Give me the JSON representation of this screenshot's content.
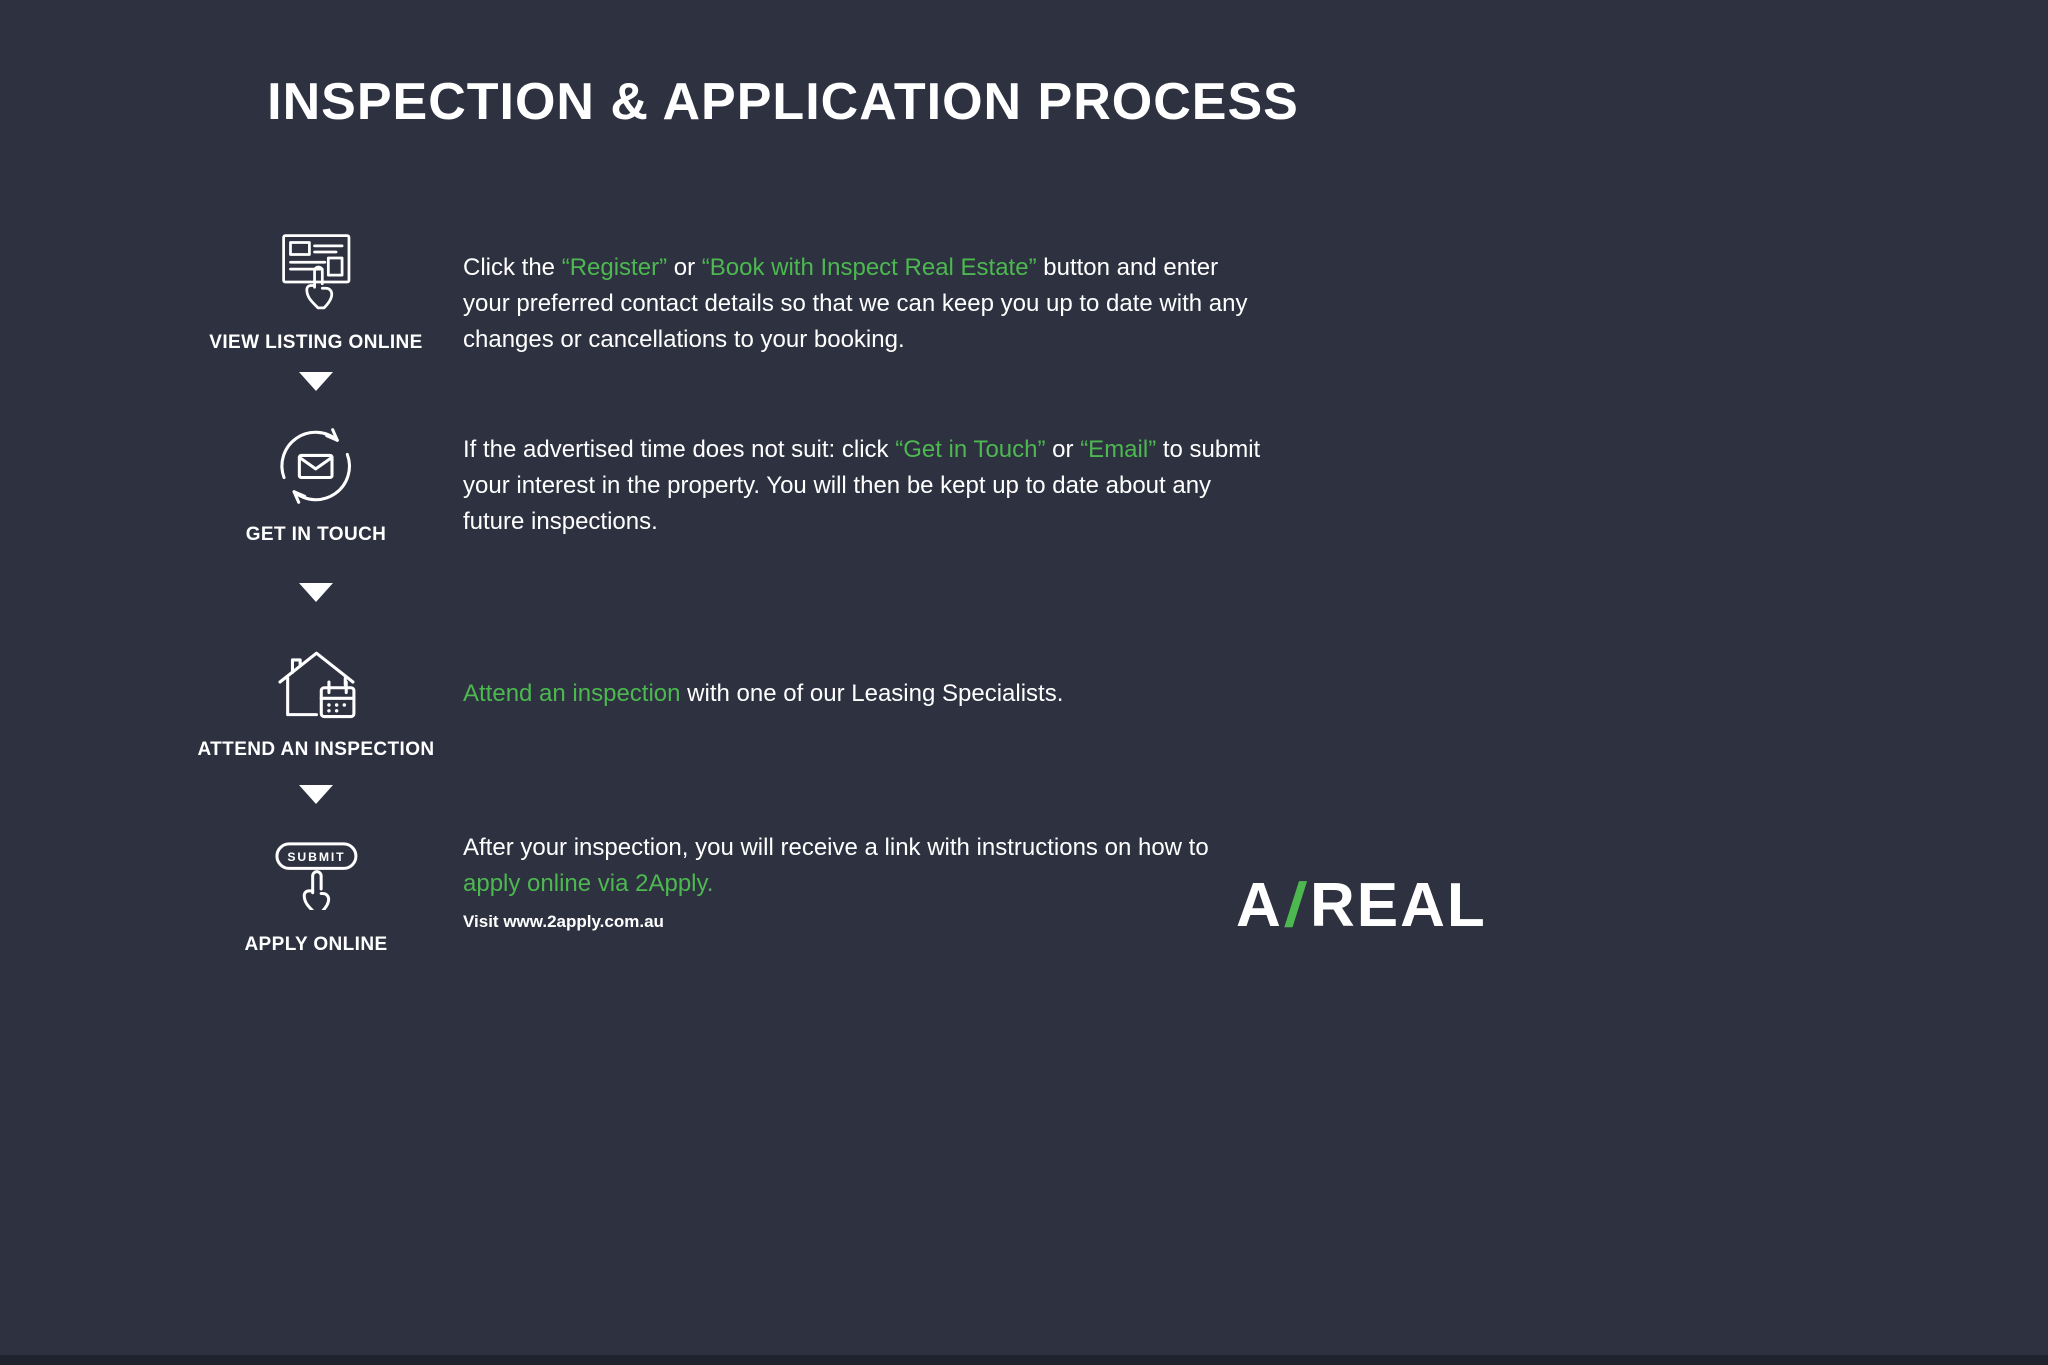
{
  "title": "INSPECTION & APPLICATION PROCESS",
  "theme": {
    "background": "#2d3140",
    "accent": "#4db850",
    "text": "#ffffff"
  },
  "steps": [
    {
      "label": "VIEW LISTING ONLINE",
      "icon": "listing-cursor-icon",
      "seg": [
        "Click the ",
        "“Register”",
        " or ",
        "“Book with Inspect Real Estate”",
        " button and enter your preferred contact details so that we can keep you up to date with any changes or cancellations to your booking."
      ]
    },
    {
      "label": "GET IN TOUCH",
      "icon": "envelope-refresh-icon",
      "seg": [
        "If the advertised time does not suit: click ",
        "“Get in Touch”",
        " or ",
        "“Email”",
        " to submit your interest in the property. You will then be kept up to date about any future inspections."
      ]
    },
    {
      "label": "ATTEND AN INSPECTION",
      "icon": "house-calendar-icon",
      "seg": [
        "Attend an inspection",
        " with one of our Leasing Specialists."
      ]
    },
    {
      "label": "APPLY ONLINE",
      "icon": "submit-button-cursor-icon",
      "button_text": "SUBMIT",
      "seg": [
        "After your inspection, you will receive a link with instructions on how to ",
        "apply online via 2Apply."
      ],
      "note": "Visit www.2apply.com.au"
    }
  ],
  "logo": {
    "left": "A",
    "slash": "/",
    "right": "REAL"
  }
}
